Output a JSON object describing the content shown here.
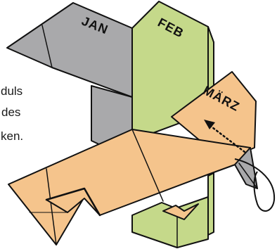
{
  "text_fragments": [
    "duls",
    "des",
    "ken."
  ],
  "labels": {
    "jan": "JAN",
    "feb": "FEB",
    "maerz": "MÄRZ"
  },
  "colors": {
    "jan_panel": "#a9a9ab",
    "feb_panel": "#c5d98a",
    "maerz_panel": "#f5c48c",
    "outline": "#111111",
    "background": "#ffffff"
  },
  "icons": {
    "arrow": "dotted-rotate-arrow-icon",
    "curl": "curl-arrow-icon"
  }
}
